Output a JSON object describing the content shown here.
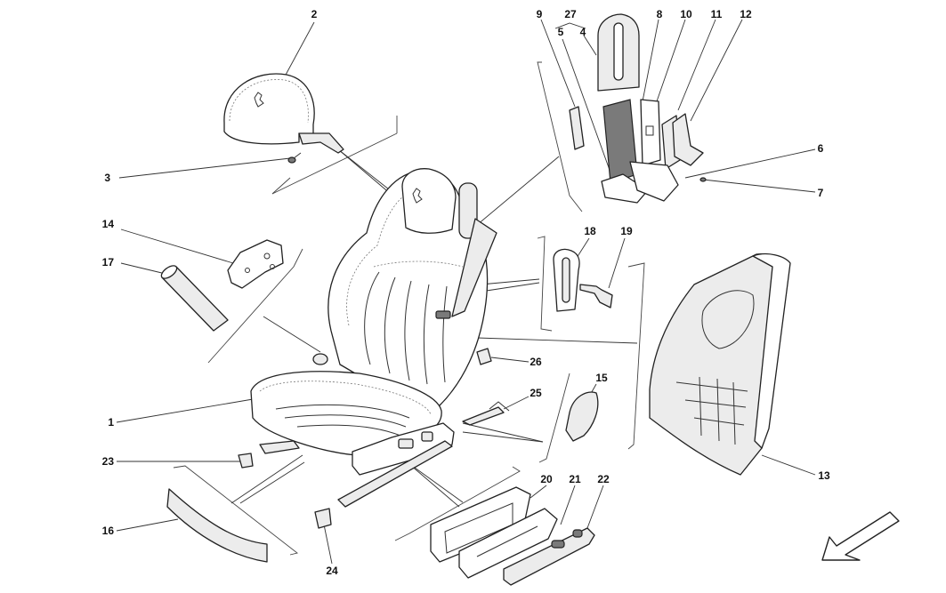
{
  "callouts": [
    {
      "id": "c1",
      "label": "1"
    },
    {
      "id": "c2",
      "label": "2"
    },
    {
      "id": "c3",
      "label": "3"
    },
    {
      "id": "c4",
      "label": "4"
    },
    {
      "id": "c5",
      "label": "5"
    },
    {
      "id": "c6",
      "label": "6"
    },
    {
      "id": "c7",
      "label": "7"
    },
    {
      "id": "c8",
      "label": "8"
    },
    {
      "id": "c9",
      "label": "9"
    },
    {
      "id": "c10",
      "label": "10"
    },
    {
      "id": "c11",
      "label": "11"
    },
    {
      "id": "c12",
      "label": "12"
    },
    {
      "id": "c13",
      "label": "13"
    },
    {
      "id": "c14",
      "label": "14"
    },
    {
      "id": "c15",
      "label": "15"
    },
    {
      "id": "c16",
      "label": "16"
    },
    {
      "id": "c17",
      "label": "17"
    },
    {
      "id": "c18",
      "label": "18"
    },
    {
      "id": "c19",
      "label": "19"
    },
    {
      "id": "c20",
      "label": "20"
    },
    {
      "id": "c21",
      "label": "21"
    },
    {
      "id": "c22",
      "label": "22"
    },
    {
      "id": "c23",
      "label": "23"
    },
    {
      "id": "c24",
      "label": "24"
    },
    {
      "id": "c25",
      "label": "25"
    },
    {
      "id": "c26",
      "label": "26"
    },
    {
      "id": "c27",
      "label": "27"
    }
  ],
  "colors": {
    "line": "#222222",
    "paper": "#ffffff",
    "shade": "#ececec",
    "dark": "#7a7a7a"
  },
  "icons": {
    "orientation": "front-direction-arrow-icon",
    "emblem": "prancing-horse-emblem-icon"
  }
}
